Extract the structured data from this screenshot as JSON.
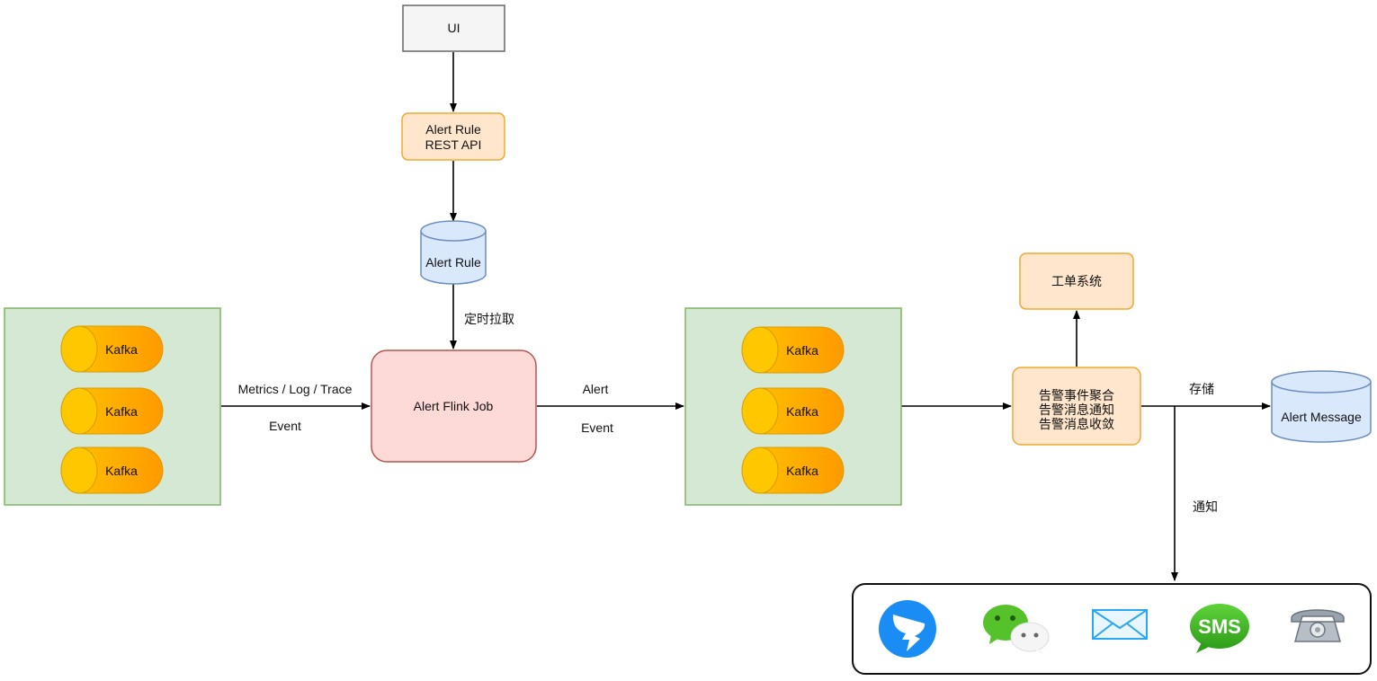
{
  "colors": {
    "ui_fill": "#f5f5f5",
    "ui_stroke": "#666666",
    "orange_fill": "#ffe6cc",
    "orange_stroke": "#f0a830",
    "db_fill": "#dae8fc",
    "db_stroke": "#6c8ebf",
    "green_fill": "#d5e8d4",
    "green_stroke": "#82b366",
    "red_fill": "#f8cecc",
    "red_stroke": "#b85450",
    "kafka_fill": "#ffa500",
    "kafka_cap": "#ffc700",
    "kafka_stroke": "#d79b00"
  },
  "nodes": {
    "ui": "UI",
    "rest_api_line1": "Alert Rule",
    "rest_api_line2": "REST API",
    "rule_db": "Alert Rule",
    "flink_job": "Alert Flink Job",
    "ticket_system": "工单系统",
    "processor_line1": "告警事件聚合",
    "processor_line2": "告警消息通知",
    "processor_line3": "告警消息收敛",
    "message_db": "Alert Message"
  },
  "kafka_groups": {
    "left": [
      "Kafka",
      "Kafka",
      "Kafka"
    ],
    "right": [
      "Kafka",
      "Kafka",
      "Kafka"
    ]
  },
  "edges": {
    "scheduled_pull": "定时拉取",
    "input_top": "Metrics / Log / Trace",
    "input_bottom": "Event",
    "output_top": "Alert",
    "output_bottom": "Event",
    "store": "存储",
    "notify": "通知"
  },
  "channels": [
    {
      "name": "dingtalk",
      "icon": "dingtalk-icon"
    },
    {
      "name": "wechat",
      "icon": "wechat-icon"
    },
    {
      "name": "email",
      "icon": "mail-icon"
    },
    {
      "name": "sms",
      "icon": "sms-icon",
      "label": "SMS"
    },
    {
      "name": "phone",
      "icon": "telephone-icon"
    }
  ]
}
